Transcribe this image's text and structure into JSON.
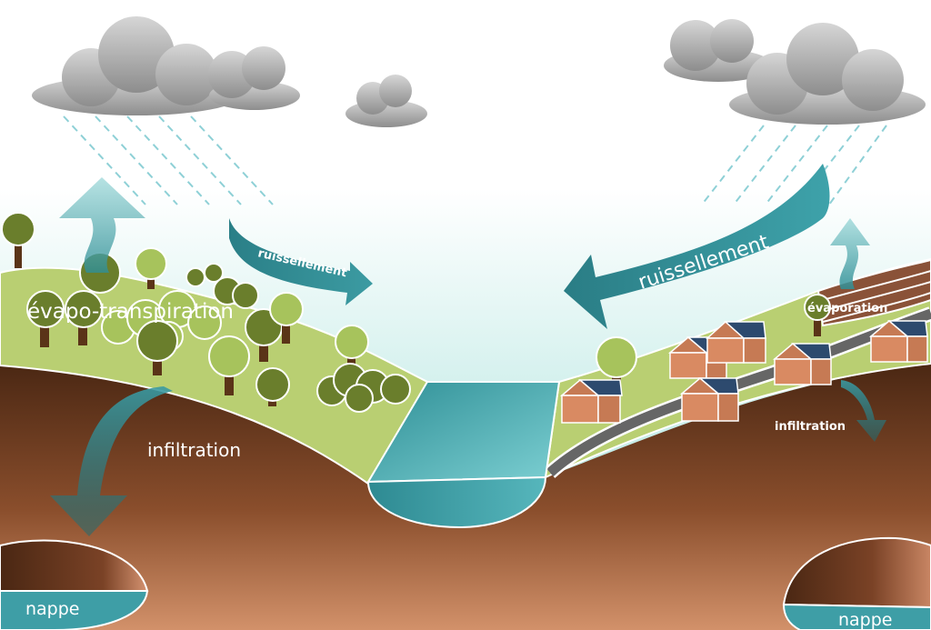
{
  "labels": {
    "evapotranspiration": "évapo-transpiration",
    "ruissellement_left": "ruissellement",
    "ruissellement_right": "ruissellement",
    "evaporation": "évaporation",
    "infiltration_left": "infiltration",
    "infiltration_right": "infiltration",
    "nappe_left": "nappe",
    "nappe_right": "nappe"
  },
  "colors": {
    "sky_top": "#ffffff",
    "sky_bottom": "#a9e2dc",
    "soil_dark": "#4a2a16",
    "soil_light": "#c8825a",
    "grass": "#b9cf72",
    "water": "#3e9ea6",
    "arrow_teal": "#2f8d94",
    "cloud": "#9e9e9e",
    "tree_light": "#a7c35c",
    "tree_dark": "#6a7e2c",
    "trunk": "#5a3418",
    "house_wall": "#d98a62",
    "house_roof": "#2d4a6e",
    "road": "#666666"
  }
}
